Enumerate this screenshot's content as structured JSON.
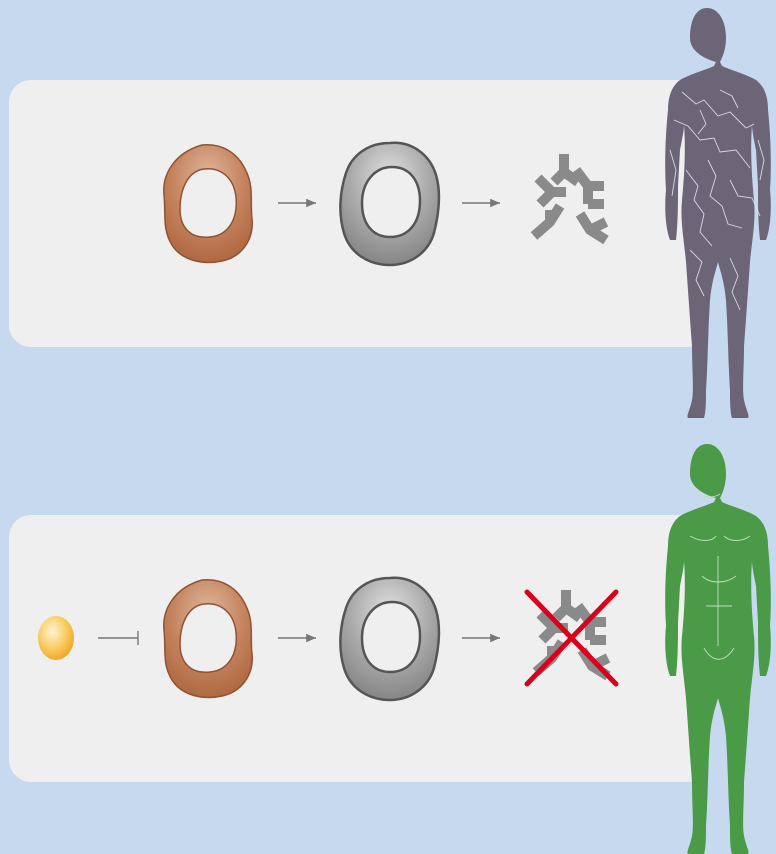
{
  "diagram": {
    "panels": [
      {
        "id": "top",
        "stages": [
          "brown-ring-cell",
          "gray-ring-cell",
          "antibodies"
        ],
        "inhibitor_present": false,
        "antibodies_blocked": false,
        "figure_state": "cracked"
      },
      {
        "id": "bottom",
        "stages": [
          "inhibitor-molecule",
          "brown-ring-cell",
          "gray-ring-cell",
          "antibodies"
        ],
        "inhibitor_present": true,
        "antibodies_blocked": true,
        "figure_state": "healthy"
      }
    ],
    "colors": {
      "background": "#c6d9ef",
      "panel": "#efefef",
      "brown_cell": "#c07a52",
      "gray_cell": "#8c8c8c",
      "antibody": "#8a8a8a",
      "inhibitor": "#f4b93a",
      "cross": "#d9001b",
      "figure_diseased": "#6b6577",
      "figure_healthy": "#4a9a48",
      "arrow": "#777777"
    },
    "icons": [
      "brown-ring-cell-icon",
      "gray-ring-cell-icon",
      "antibody-icon",
      "inhibitor-molecule-icon",
      "cross-icon",
      "human-figure-icon"
    ]
  }
}
